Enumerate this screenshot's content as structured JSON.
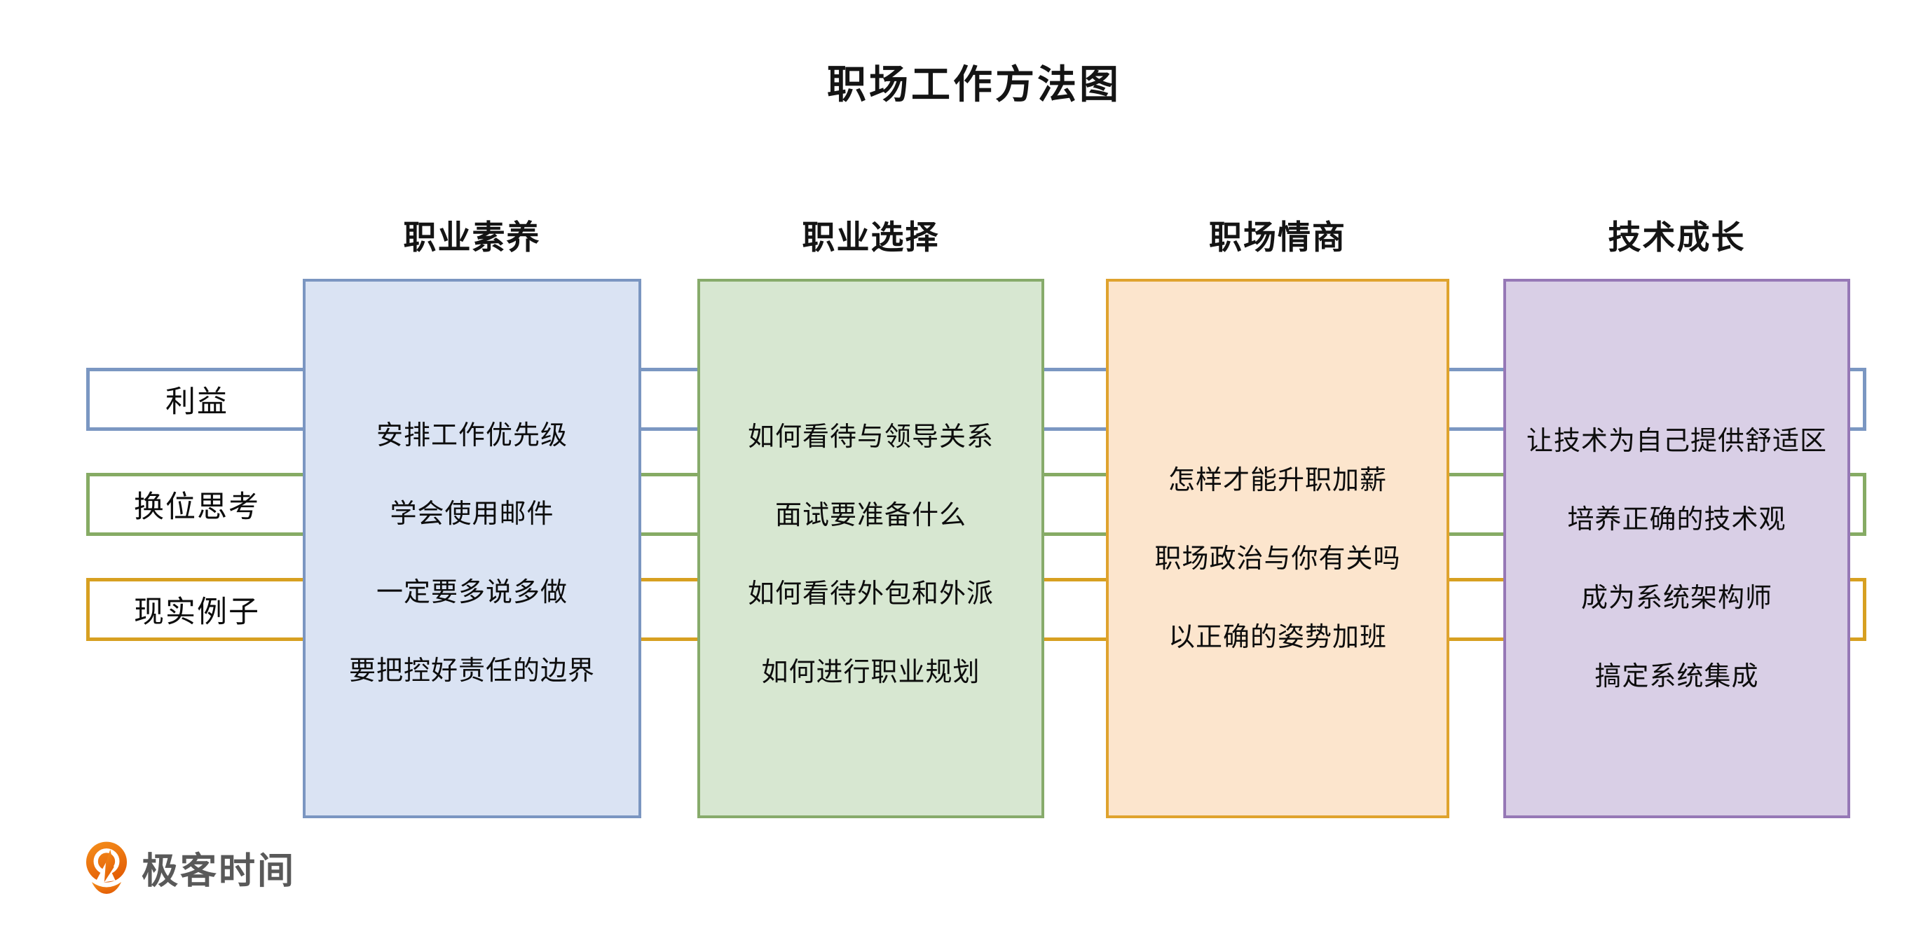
{
  "title": "职场工作方法图",
  "rows": [
    {
      "label": "利益",
      "border_color": "#7b97c2"
    },
    {
      "label": "换位思考",
      "border_color": "#86ab64"
    },
    {
      "label": "现实例子",
      "border_color": "#d7a021"
    }
  ],
  "columns": [
    {
      "header": "职业素养",
      "fill_color": "#dae3f3",
      "border_color": "#7b96c1",
      "items": [
        "安排工作优先级",
        "学会使用邮件",
        "一定要多说多做",
        "要把控好责任的边界"
      ]
    },
    {
      "header": "职业选择",
      "fill_color": "#d7e7d1",
      "border_color": "#87ab6b",
      "items": [
        "如何看待与领导关系",
        "面试要准备什么",
        "如何看待外包和外派",
        "如何进行职业规划"
      ]
    },
    {
      "header": "职场情商",
      "fill_color": "#fce5cd",
      "border_color": "#dfa32e",
      "items": [
        "怎样才能升职加薪",
        "职场政治与你有关吗",
        "以正确的姿势加班"
      ]
    },
    {
      "header": "技术成长",
      "fill_color": "#d9cfe6",
      "border_color": "#9678b6",
      "items": [
        "让技术为自己提供舒适区",
        "培养正确的技术观",
        "成为系统架构师",
        "搞定系统集成"
      ]
    }
  ],
  "logo": {
    "text": "极客时间",
    "text_color": "#595959",
    "icon_color": "#ec6c12"
  }
}
